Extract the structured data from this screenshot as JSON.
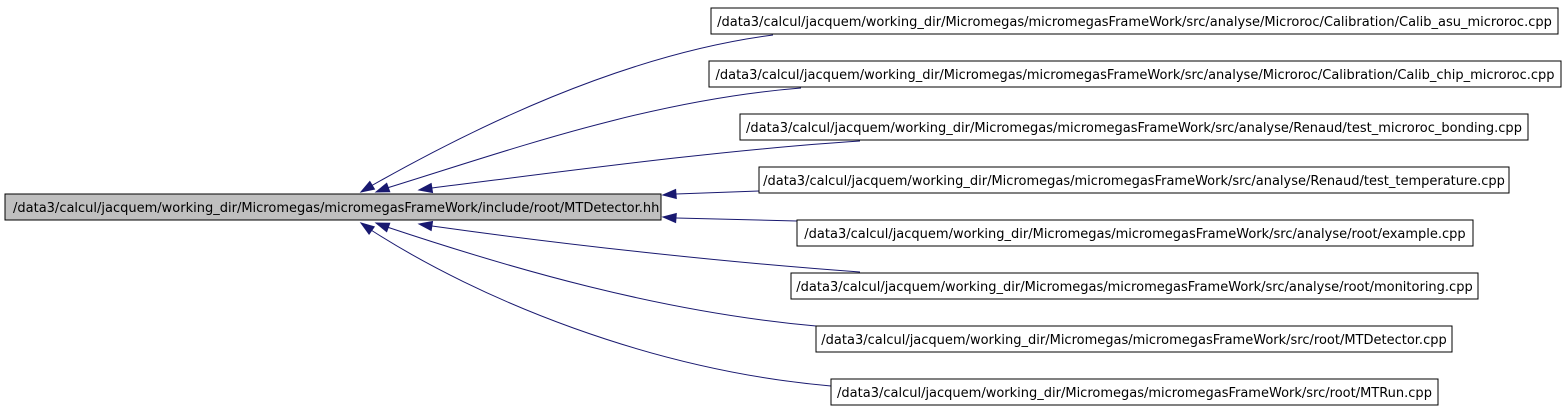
{
  "colors": {
    "edge": "#191970",
    "node_border": "#000000",
    "center_fill": "#bfbfbf",
    "node_fill": "#ffffff"
  },
  "center": {
    "label": "/data3/calcul/jacquem/working_dir/Micromegas/micromegasFrameWork/include/root/MTDetector.hh"
  },
  "dependents": [
    {
      "label": "/data3/calcul/jacquem/working_dir/Micromegas/micromegasFrameWork/src/analyse/Microroc/Calibration/Calib_asu_microroc.cpp"
    },
    {
      "label": "/data3/calcul/jacquem/working_dir/Micromegas/micromegasFrameWork/src/analyse/Microroc/Calibration/Calib_chip_microroc.cpp"
    },
    {
      "label": "/data3/calcul/jacquem/working_dir/Micromegas/micromegasFrameWork/src/analyse/Renaud/test_microroc_bonding.cpp"
    },
    {
      "label": "/data3/calcul/jacquem/working_dir/Micromegas/micromegasFrameWork/src/analyse/Renaud/test_temperature.cpp"
    },
    {
      "label": "/data3/calcul/jacquem/working_dir/Micromegas/micromegasFrameWork/src/analyse/root/example.cpp"
    },
    {
      "label": "/data3/calcul/jacquem/working_dir/Micromegas/micromegasFrameWork/src/analyse/root/monitoring.cpp"
    },
    {
      "label": "/data3/calcul/jacquem/working_dir/Micromegas/micromegasFrameWork/src/root/MTDetector.cpp"
    },
    {
      "label": "/data3/calcul/jacquem/working_dir/Micromegas/micromegasFrameWork/src/root/MTRun.cpp"
    }
  ]
}
